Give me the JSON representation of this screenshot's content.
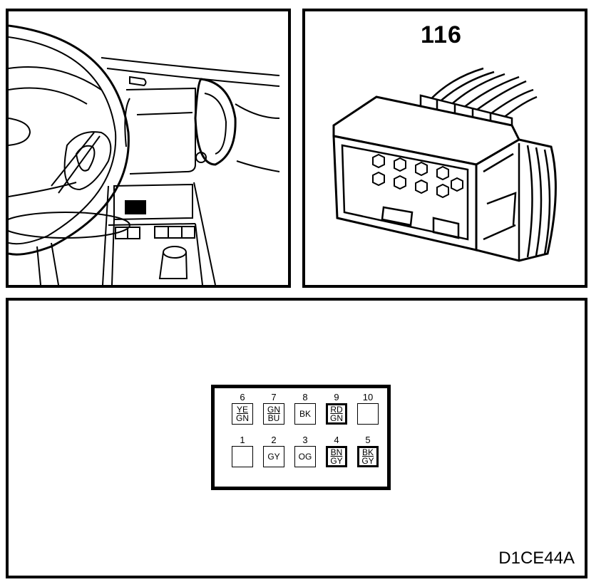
{
  "connector": {
    "number": "116",
    "pins": [
      {
        "num": "6",
        "codes": [
          "YE",
          "GN"
        ]
      },
      {
        "num": "7",
        "codes": [
          "GN",
          "BU"
        ]
      },
      {
        "num": "8",
        "codes": [
          "BK"
        ]
      },
      {
        "num": "9",
        "codes": [
          "RD",
          "GN"
        ]
      },
      {
        "num": "10",
        "codes": []
      },
      {
        "num": "1",
        "codes": []
      },
      {
        "num": "2",
        "codes": [
          "GY"
        ]
      },
      {
        "num": "3",
        "codes": [
          "OG"
        ]
      },
      {
        "num": "4",
        "codes": [
          "BN",
          "GY"
        ]
      },
      {
        "num": "5",
        "codes": [
          "BK",
          "GY"
        ]
      }
    ]
  },
  "figure_code": "D1CE44A"
}
